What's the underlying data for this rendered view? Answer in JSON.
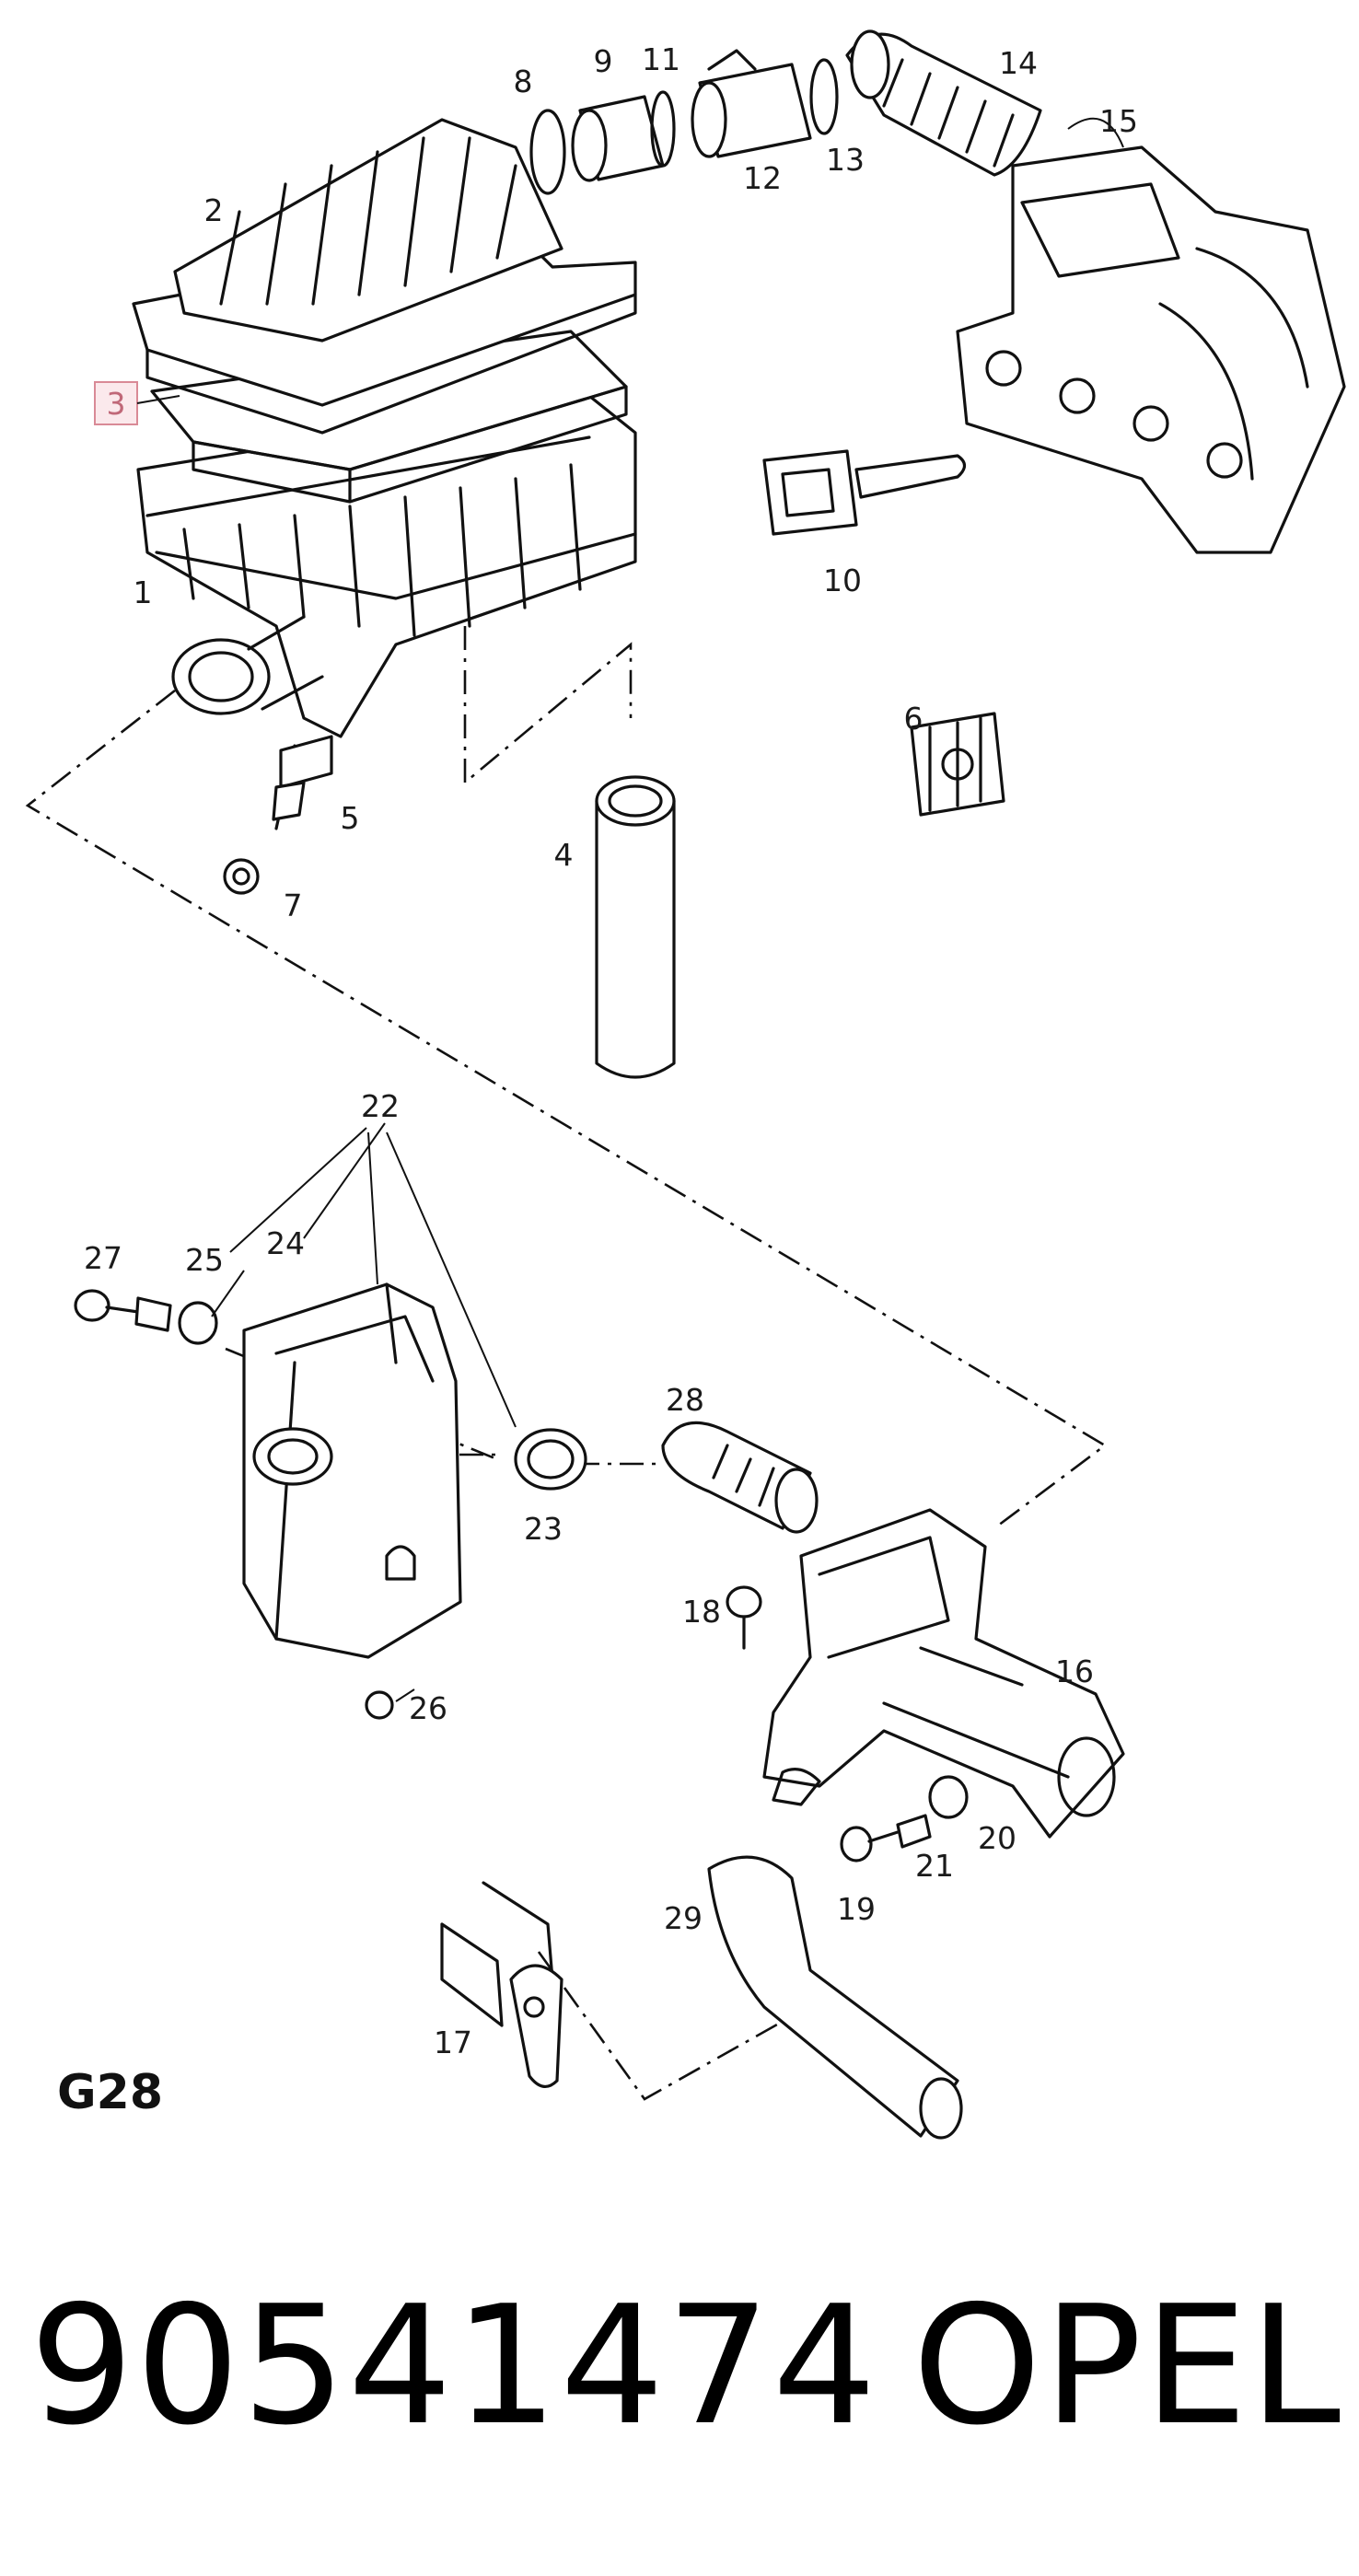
{
  "diagram": {
    "sheet_code": "G28",
    "highlighted_callout": "3",
    "callouts": [
      "1",
      "2",
      "4",
      "5",
      "6",
      "7",
      "8",
      "9",
      "10",
      "11",
      "12",
      "13",
      "14",
      "15",
      "16",
      "17",
      "18",
      "19",
      "20",
      "21",
      "22",
      "23",
      "24",
      "25",
      "26",
      "27",
      "28",
      "29"
    ]
  },
  "footer": {
    "part_number": "90541474",
    "brand": "OPEL"
  }
}
